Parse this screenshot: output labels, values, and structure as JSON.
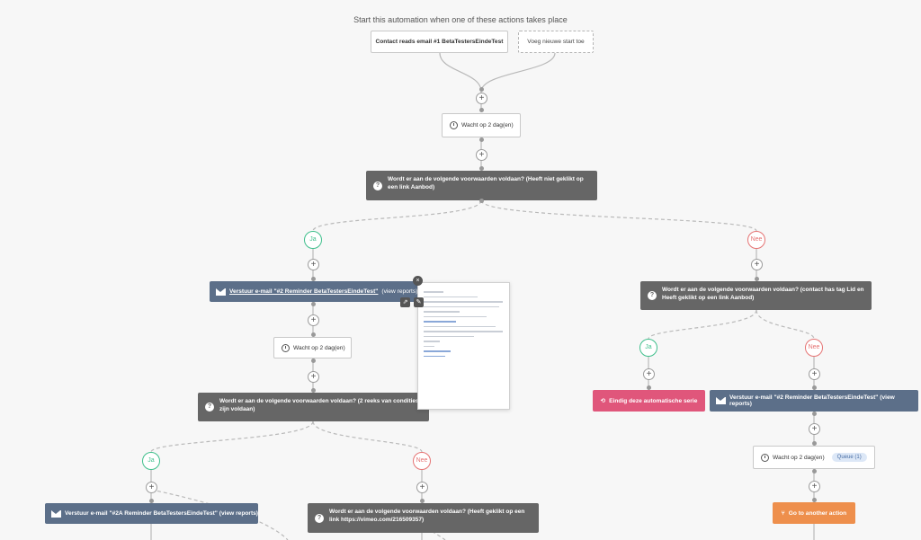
{
  "header": {
    "title": "Start this automation when one of these actions takes place"
  },
  "triggers": {
    "trigger1": "Contact reads email #1 BetaTestersEindeTest",
    "add_trigger": "Voeg nieuwe start toe"
  },
  "nodes": {
    "wait1": "Wacht op 2 dag(en)",
    "cond1": "Wordt er aan de volgende voorwaarden voldaan? (Heeft niet geklikt op een link Aanbod)",
    "ja_label": "Ja",
    "nee_label": "Nee",
    "mail1_link": "Verstuur e-mail \"#2 Reminder BetaTestersEindeTest\"",
    "mail1_reports": "(view reports)",
    "wait2": "Wacht op 2 dag(en)",
    "cond2": "Wordt er aan de volgende voorwaarden voldaan? (2 reeks van condities zijn voldaan)",
    "mail2": "Verstuur e-mail \"#2A Reminder BetaTestersEindeTest\" (view reports)",
    "cond4": "Wordt er aan de volgende voorwaarden voldaan? (Heeft geklikt op een link https://vimeo.com/216509357)",
    "cond3": "Wordt er aan de volgende voorwaarden voldaan? (contact has tag Lid en Heeft geklikt op een link Aanbod)",
    "end_series": "Eindig deze automatische serie",
    "mail3": "Verstuur e-mail \"#2 Reminder BetaTestersEindeTest\" (view reports)",
    "wait3": "Wacht op 2 dag(en)",
    "queue": "Queue (1)",
    "goto": "Go to another action"
  },
  "icons": {
    "plus": "+",
    "question": "?",
    "close": "×"
  },
  "colors": {
    "condition": "#666666",
    "email": "#5c6f89",
    "yes": "#3fbf8c",
    "no": "#e57373",
    "end": "#e0567b",
    "goto": "#ee8f4c",
    "queue_badge": "#dde8f7"
  }
}
